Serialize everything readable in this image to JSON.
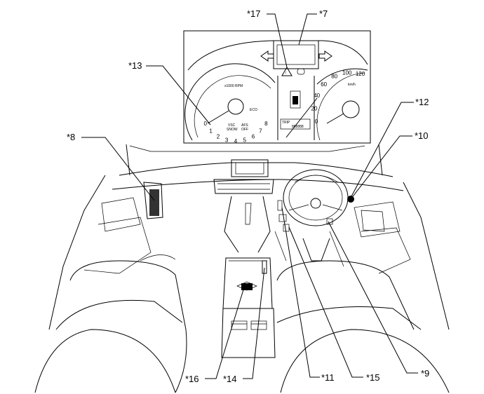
{
  "callouts": {
    "c17": "*17",
    "c7": "*7",
    "c13": "*13",
    "c12": "*12",
    "c8": "*8",
    "c10": "*10",
    "c16": "*16",
    "c14": "*14",
    "c11": "*11",
    "c15": "*15",
    "c9": "*9"
  },
  "gauge_left": {
    "ticks": [
      "0",
      "1",
      "2",
      "3",
      "4",
      "5",
      "6",
      "7",
      "8"
    ],
    "unit": "x1000 RPM"
  },
  "gauge_right": {
    "ticks": [
      "0",
      "20",
      "40",
      "60",
      "80",
      "100",
      "120"
    ],
    "unit": "km/h"
  },
  "cluster_labels": {
    "eco": "ECO",
    "vsc": "VSC\nSNOW",
    "afs": "AFS\nOFF",
    "odo_prefix": "TRIP",
    "odo_value": "888888"
  }
}
